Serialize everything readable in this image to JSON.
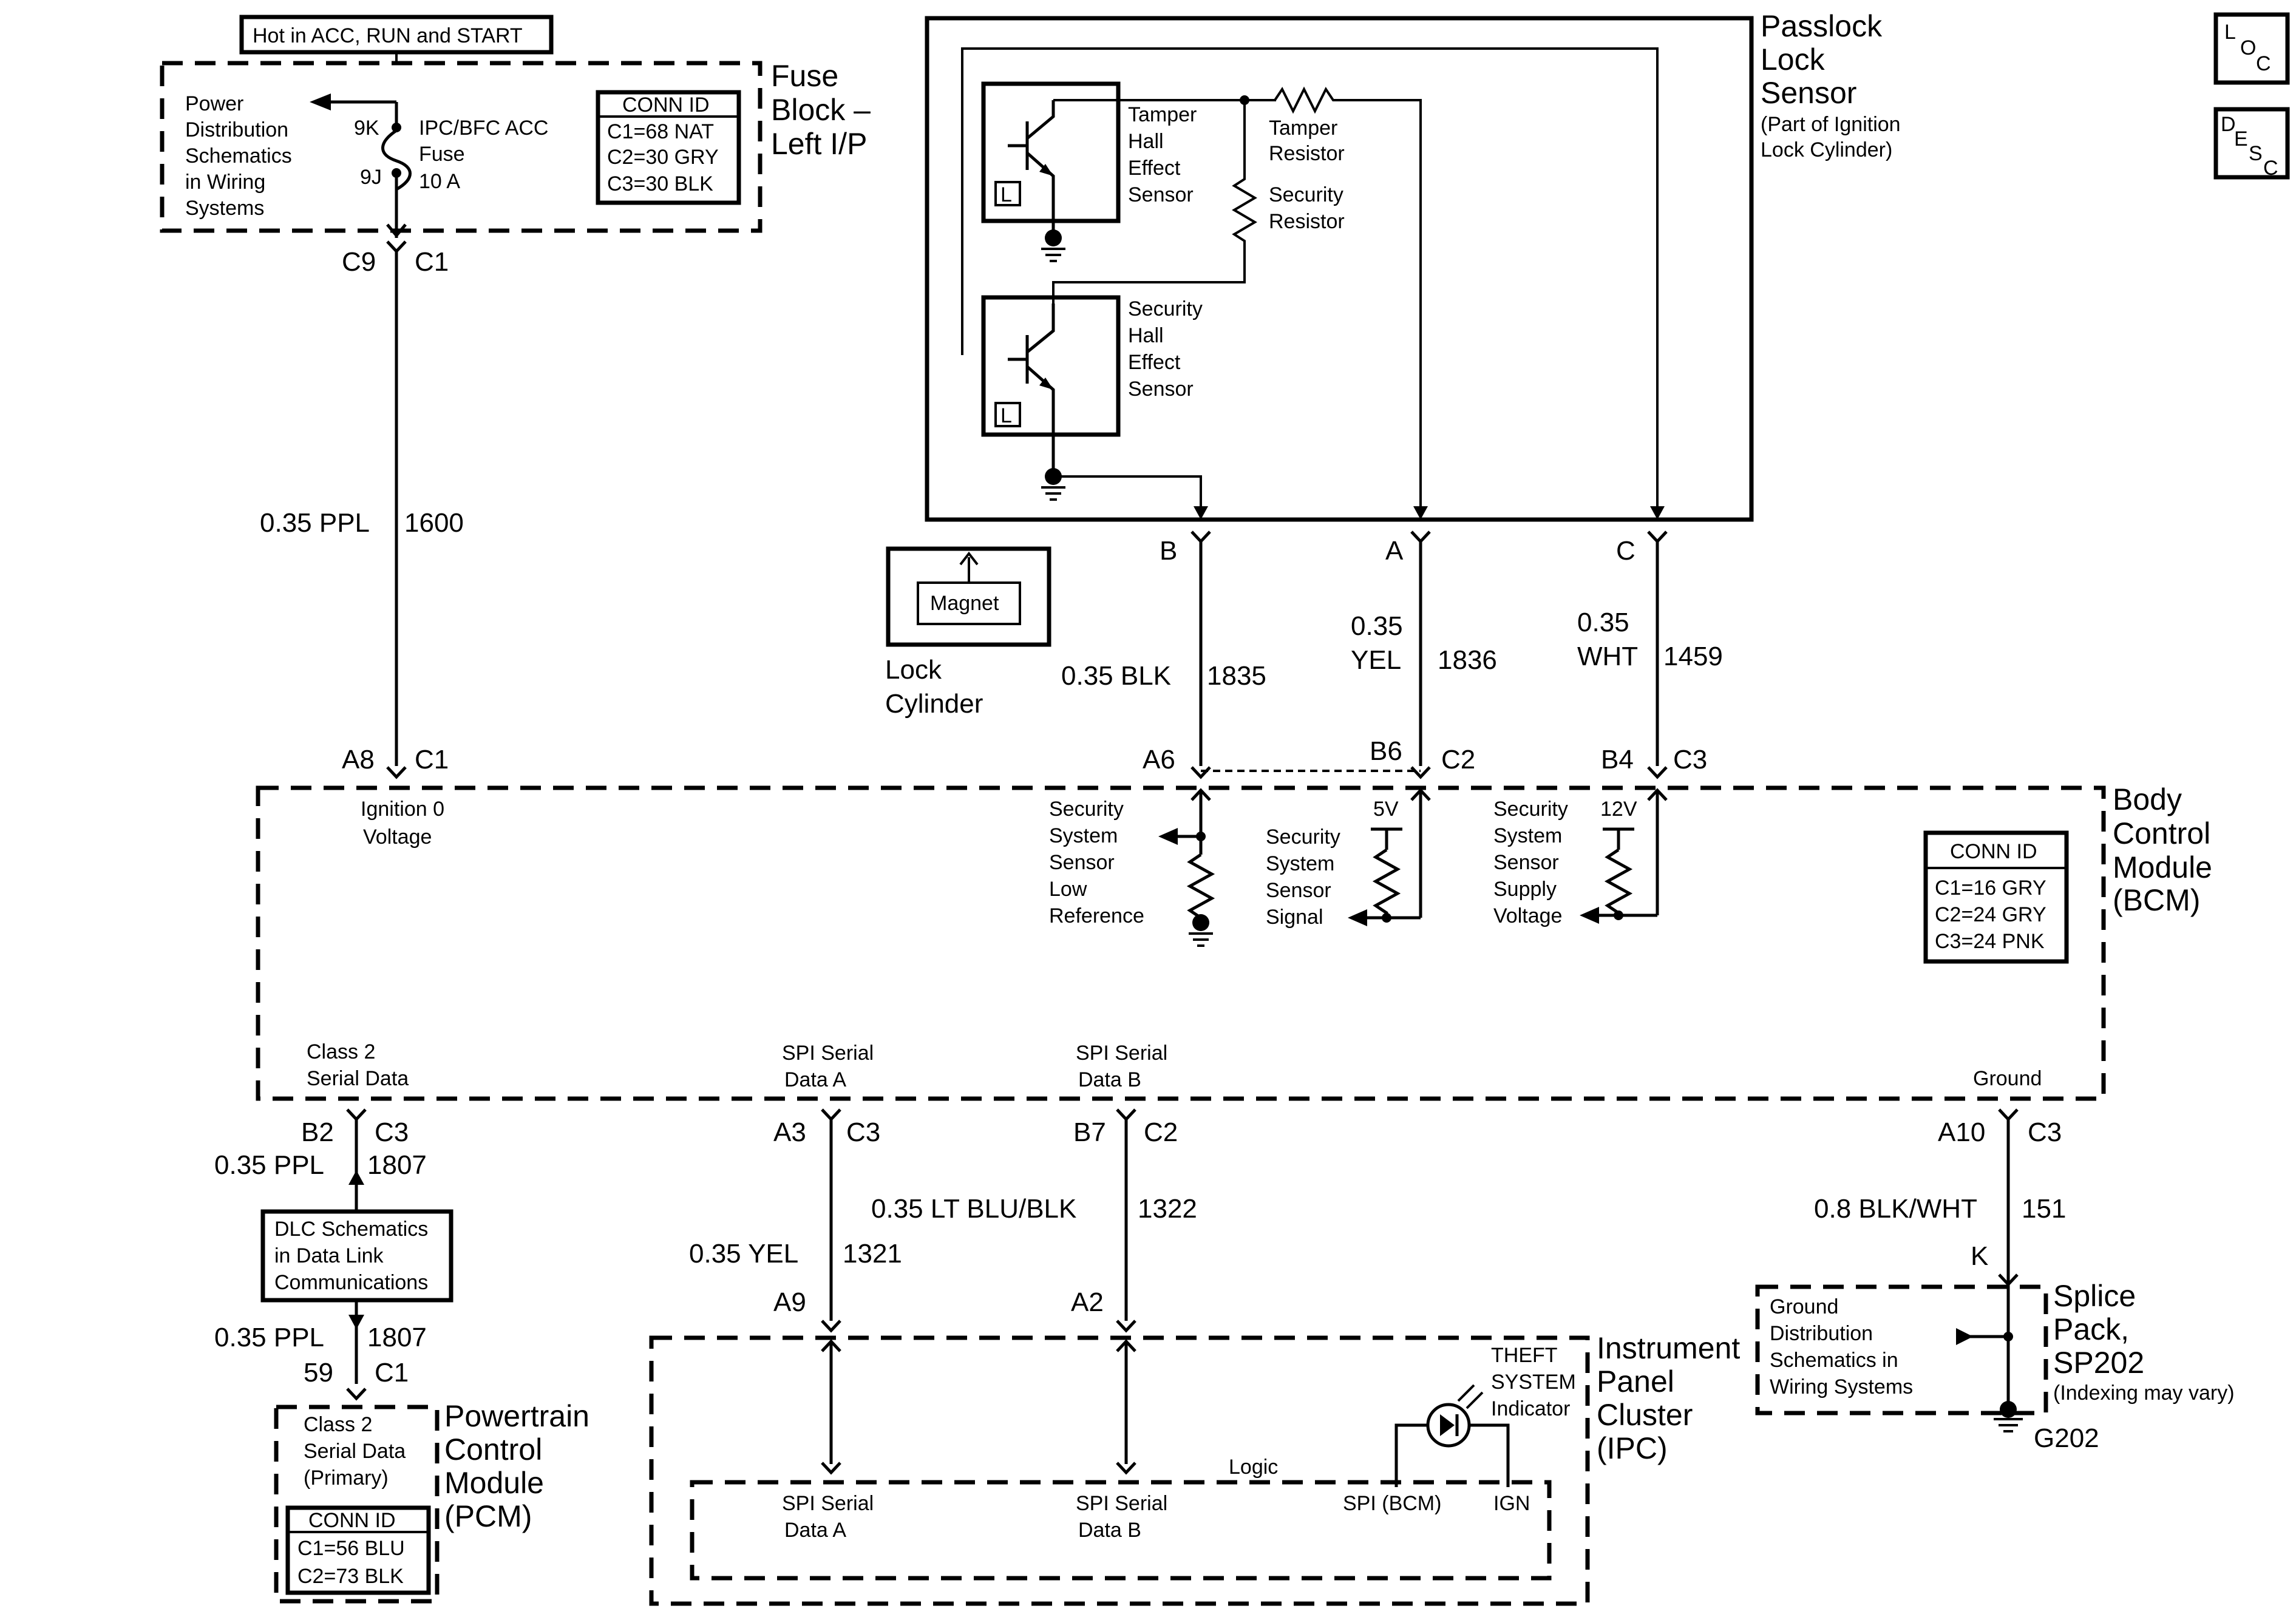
{
  "fuse_block": {
    "hot_label": "Hot in ACC, RUN and START",
    "title_1": "Fuse",
    "title_2": "Block –",
    "title_3": "Left I/P",
    "power_dist": [
      "Power",
      "Distribution",
      "Schematics",
      "in Wiring",
      "Systems"
    ],
    "pin_top": "9K",
    "pin_bottom": "9J",
    "fuse_name": [
      "IPC/BFC ACC",
      "Fuse",
      "10 A"
    ],
    "conn_id": [
      "CONN ID",
      "C1=68 NAT",
      "C2=30 GRY",
      "C3=30 BLK"
    ],
    "out_pin": "C9",
    "out_conn": "C1"
  },
  "wire_1600": {
    "gauge_color": "0.35 PPL",
    "circuit": "1600"
  },
  "passlock": {
    "title": [
      "Passlock",
      "Lock",
      "Sensor"
    ],
    "subtitle": [
      "(Part of Ignition",
      "Lock Cylinder)"
    ],
    "tamper_sensor": [
      "Tamper",
      "Hall",
      "Effect",
      "Sensor"
    ],
    "tamper_resistor": [
      "Tamper",
      "Resistor"
    ],
    "security_resistor": [
      "Security",
      "Resistor"
    ],
    "security_sensor": [
      "Security",
      "Hall",
      "Effect",
      "Sensor"
    ],
    "l_mark": "L",
    "pins": [
      "B",
      "A",
      "C"
    ]
  },
  "lock_cylinder": {
    "magnet": "Magnet",
    "label": [
      "Lock",
      "Cylinder"
    ]
  },
  "wires_upper": [
    {
      "gauge_color": "0.35 BLK",
      "circuit": "1835"
    },
    {
      "gauge_top": "0.35",
      "color": "YEL",
      "circuit": "1836"
    },
    {
      "gauge_top": "0.35",
      "color": "WHT",
      "circuit": "1459"
    }
  ],
  "bcm": {
    "title": [
      "Body",
      "Control",
      "Module",
      "(BCM)"
    ],
    "pin_a8": "A8",
    "conn_a8": "C1",
    "ignition": [
      "Ignition 0",
      "Voltage"
    ],
    "pin_a6": "A6",
    "pin_b6": "B6",
    "conn_b6": "C2",
    "pin_b4": "B4",
    "conn_b4": "C3",
    "low_ref": [
      "Security",
      "System",
      "Sensor",
      "Low",
      "Reference"
    ],
    "signal": [
      "Security",
      "System",
      "Sensor",
      "Signal"
    ],
    "supply": [
      "Security",
      "System",
      "Sensor",
      "Supply",
      "Voltage"
    ],
    "v5": "5V",
    "v12": "12V",
    "conn_id": [
      "CONN ID",
      "C1=16 GRY",
      "C2=24 GRY",
      "C3=24 PNK"
    ],
    "class2": [
      "Class 2",
      "Serial Data"
    ],
    "spi_a": [
      "SPI Serial",
      "Data A"
    ],
    "spi_b": [
      "SPI Serial",
      "Data B"
    ],
    "ground": "Ground",
    "pin_b2": "B2",
    "conn_b2": "C3",
    "pin_a3": "A3",
    "conn_a3": "C3",
    "pin_b7": "B7",
    "conn_b7": "C2",
    "pin_a10": "A10",
    "conn_a10": "C3"
  },
  "wires_lower": {
    "w1807_top": {
      "gauge_color": "0.35 PPL",
      "circuit": "1807"
    },
    "w1807_bottom": {
      "gauge_color": "0.35 PPL",
      "circuit": "1807"
    },
    "w1321": {
      "gauge_color": "0.35 YEL",
      "circuit": "1321"
    },
    "w1322": {
      "gauge_color": "0.35 LT BLU/BLK",
      "circuit": "1322"
    },
    "w151": {
      "gauge_color": "0.8 BLK/WHT",
      "circuit": "151"
    }
  },
  "dlc": [
    "DLC Schematics",
    "in Data Link",
    "Communications"
  ],
  "pcm": {
    "pin": "59",
    "conn": "C1",
    "class2": [
      "Class 2",
      "Serial Data",
      "(Primary)"
    ],
    "conn_id": [
      "CONN ID",
      "C1=56 BLU",
      "C2=73 BLK"
    ],
    "title": [
      "Powertrain",
      "Control",
      "Module",
      "(PCM)"
    ]
  },
  "ipc": {
    "pin_a9": "A9",
    "pin_a2": "A2",
    "title": [
      "Instrument",
      "Panel",
      "Cluster",
      "(IPC)"
    ],
    "theft": [
      "THEFT",
      "SYSTEM",
      "Indicator"
    ],
    "logic": "Logic",
    "spi_a": [
      "SPI Serial",
      "Data A"
    ],
    "spi_b": [
      "SPI Serial",
      "Data B"
    ],
    "spi_bcm": "SPI (BCM)",
    "ign": "IGN"
  },
  "splice": {
    "pin": "K",
    "ground_dist": [
      "Ground",
      "Distribution",
      "Schematics in",
      "Wiring Systems"
    ],
    "title": [
      "Splice",
      "Pack,",
      "SP202"
    ],
    "note": "(Indexing may vary)",
    "ground": "G202"
  },
  "icons": {
    "loc": [
      "L",
      "O",
      "C"
    ],
    "desc": [
      "D",
      "E",
      "S",
      "C"
    ]
  }
}
